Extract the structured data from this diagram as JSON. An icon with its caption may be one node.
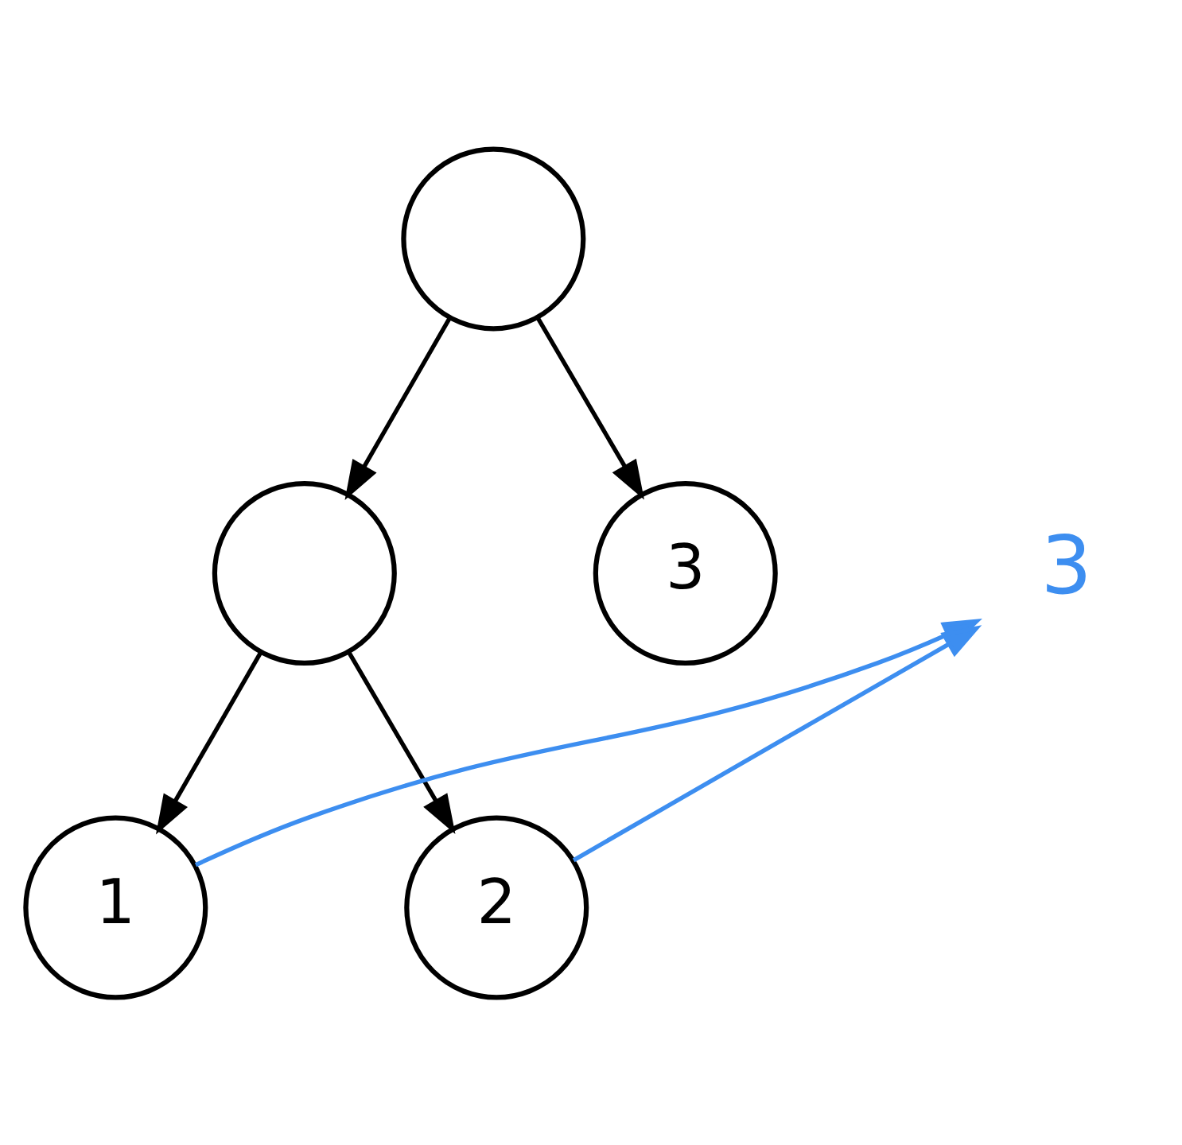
{
  "diagram": {
    "nodes": [
      {
        "text": [],
        "shape": "circle"
      },
      {
        "text": [
          "3"
        ]
      },
      {
        "text": [],
        "shape": "circle"
      },
      {
        "text": [
          "3"
        ]
      },
      {
        "text": [
          "1"
        ]
      },
      {
        "text": [
          "2"
        ]
      }
    ],
    "edges": [
      {
        "from": 0,
        "to": 2,
        "arrow": "to"
      },
      {
        "from": 0,
        "to": 3,
        "arrow": "to"
      },
      {
        "from": 2,
        "to": 4,
        "arrow": "to"
      },
      {
        "from": 2,
        "to": 5,
        "arrow": "to"
      },
      {
        "from": 4,
        "to": 1,
        "arrow": "to",
        "color": "#3d8ef0"
      },
      {
        "from": 5,
        "to": 1,
        "arrow": "to",
        "color": "#3d8ef0"
      }
    ]
  }
}
